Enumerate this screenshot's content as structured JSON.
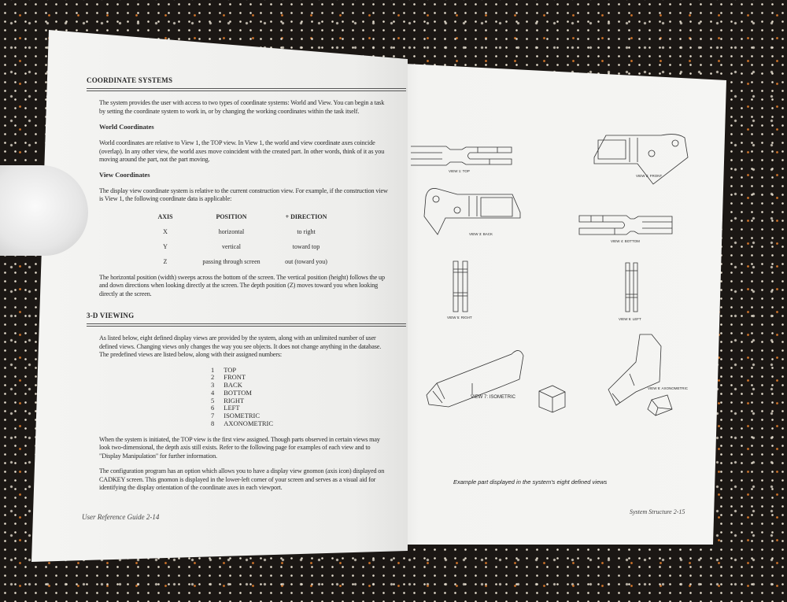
{
  "left_page": {
    "heading1": "COORDINATE SYSTEMS",
    "intro": [
      "The system provides the user with access to two types of coordinate systems: World and View. You can begin a task",
      "by setting the coordinate system to work in, or by changing the working coordinates within the task itself."
    ],
    "world_title": "World Coordinates",
    "world_text": [
      "World coordinates are relative to View 1, the TOP view.  In View 1, the world and view coordinate axes coincide",
      "(overlap). In any other view, the world axes move coincident with the created part. In other words, think of it as you",
      "moving around the part, not the part moving."
    ],
    "view_title": "View Coordinates",
    "view_text": [
      "The display view coordinate system is relative to the current construction view. For example, if the construction view",
      "is View 1, the following coordinate data is applicable:"
    ],
    "table": {
      "headers": [
        "AXIS",
        "POSITION",
        "+ DIRECTION"
      ],
      "rows": [
        [
          "X",
          "horizontal",
          "to right"
        ],
        [
          "Y",
          "vertical",
          "toward top"
        ],
        [
          "Z",
          "passing through screen",
          "out (toward you)"
        ]
      ]
    },
    "position_text": [
      "The horizontal position (width) sweeps across the bottom of the screen.  The vertical position (height) follows the up",
      "and down directions when looking directly at the screen. The depth position (Z) moves toward you when looking",
      "directly at the screen."
    ],
    "heading2": "3-D VIEWING",
    "viewing_text": [
      "As listed below, eight defined display views are provided by the system, along with an unlimited number of user",
      "defined views. Changing views only changes the way you see objects. It does not change anything in the database.",
      "The predefined views are listed below, along with their assigned numbers:"
    ],
    "views": [
      [
        "1",
        "TOP"
      ],
      [
        "2",
        "FRONT"
      ],
      [
        "3",
        "BACK"
      ],
      [
        "4",
        "BOTTOM"
      ],
      [
        "5",
        "RIGHT"
      ],
      [
        "6",
        "LEFT"
      ],
      [
        "7",
        "ISOMETRIC"
      ],
      [
        "8",
        "AXONOMETRIC"
      ]
    ],
    "initiated_text": [
      "When the system is initiated, the TOP view is the first view assigned.  Though parts observed in certain views may",
      "look two-dimensional, the depth axis still exists. Refer to the following page for examples of each view and to",
      "\"Display Manipulation\" for further information."
    ],
    "gnomon_text": [
      "The configuration program has an option which allows you to have a display view gnomon (axis icon) displayed on",
      "CADKEY screen. This gnomon is displayed in the lower-left corner of your screen and serves as a visual aid for",
      "identifying the display orientation of the coordinate axes in each viewport."
    ],
    "footer": "User Reference Guide  2-14"
  },
  "right_page": {
    "view_labels": [
      "VIEW 1: TOP",
      "VIEW 2: FRONT",
      "VIEW 3: BACK",
      "VIEW 4: BOTTOM",
      "VIEW 5: RIGHT",
      "VIEW 6: LEFT",
      "VIEW 7: ISOMETRIC",
      "VIEW 8: AXONOMETRIC"
    ],
    "caption": "Example part displayed in the system's eight defined views",
    "footer": "System Structure 2-15"
  }
}
